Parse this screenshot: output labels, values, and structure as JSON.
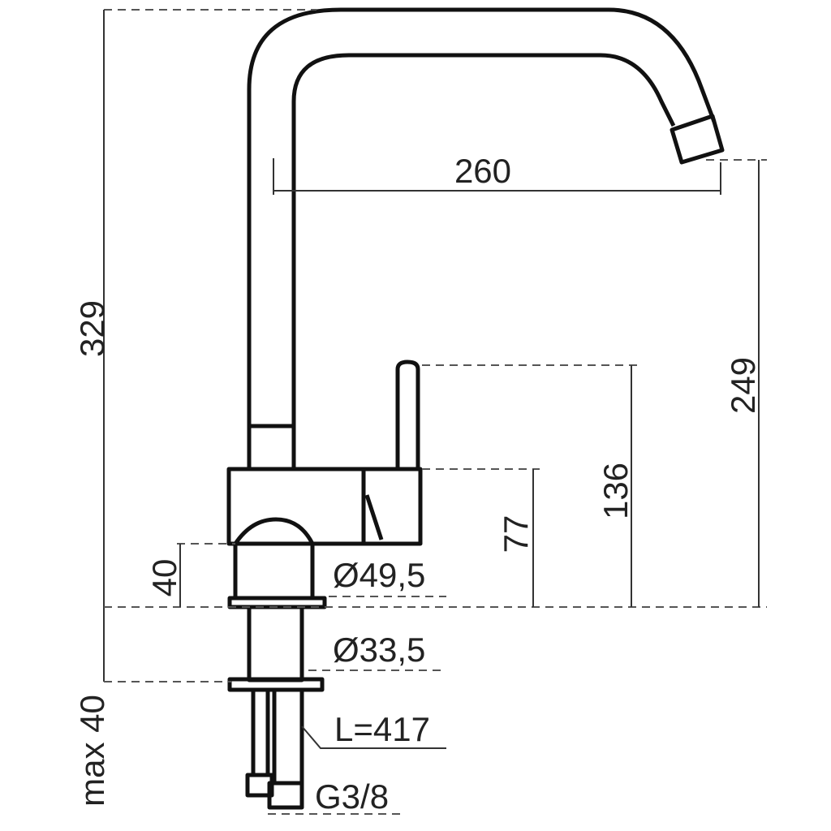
{
  "title": "Kitchen faucet dimension drawing",
  "dimensions": {
    "total_height": "329",
    "spout_reach": "260",
    "spout_height": "249",
    "lever_height": "136",
    "body_height": "77",
    "base_height": "40",
    "base_diameter": "Ø49,5",
    "shank_diameter": "Ø33,5",
    "max_deck_thickness": "max 40",
    "hose_length": "L=417",
    "connection_thread": "G3/8"
  },
  "colors": {
    "line": "#111111",
    "background": "#ffffff"
  }
}
